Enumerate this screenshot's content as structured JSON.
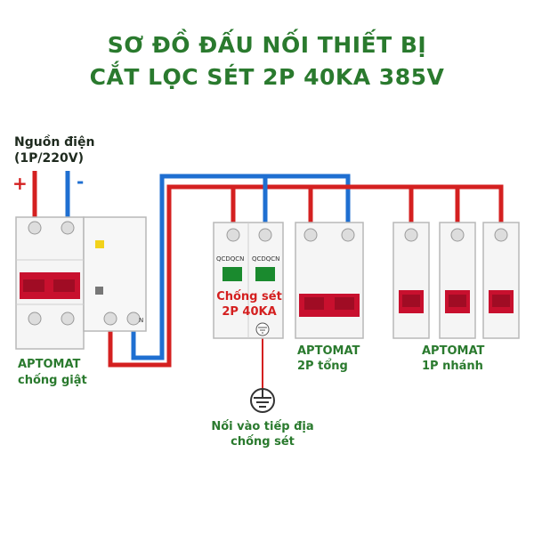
{
  "title": {
    "line1": "SƠ ĐỒ ĐẤU NỐI THIẾT BỊ",
    "line2": "CẮT LỌC SÉT 2P 40KA 385V"
  },
  "source": {
    "label_line1": "Nguồn điện",
    "label_line2": "(1P/220V)",
    "plus": "+",
    "minus": "-"
  },
  "rcbo": {
    "label_line1": "APTOMAT",
    "label_line2": "chống giật",
    "n_mark": "N"
  },
  "spd": {
    "module_text_left": "QCDQCN",
    "module_text_right": "QCDQCN",
    "label_line1": "Chống sét",
    "label_line2": "2P 40KA"
  },
  "main_breaker": {
    "label_line1": "APTOMAT",
    "label_line2": "2P tổng"
  },
  "branch_breakers": {
    "label_line1": "APTOMAT",
    "label_line2": "1P nhánh"
  },
  "ground": {
    "label_line1": "Nối vào tiếp địa",
    "label_line2": "chống sét"
  },
  "colors": {
    "title_green": "#2a7a2e",
    "wire_red": "#d42020",
    "wire_blue": "#1f6fd1",
    "handle_red": "#c8102e",
    "indicator_green": "#1a8a2e",
    "indicator_yellow": "#f2d21b"
  }
}
